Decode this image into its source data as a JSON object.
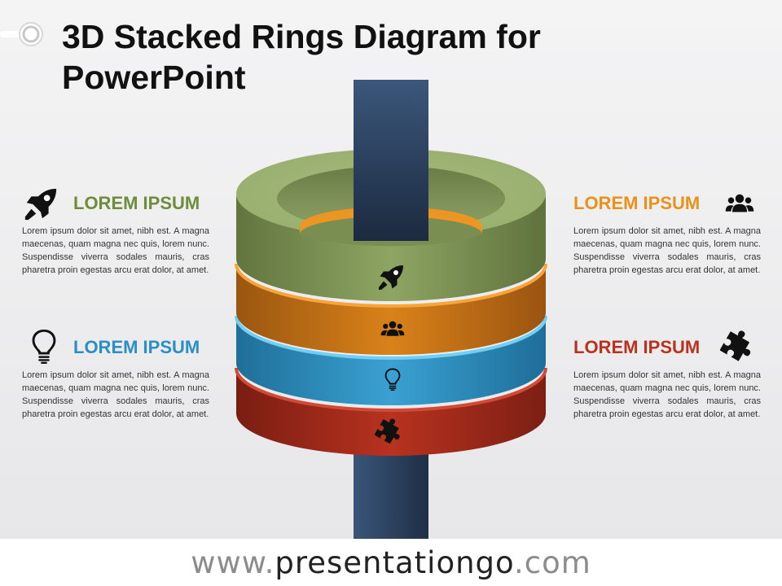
{
  "title": {
    "line1": "3D Stacked Rings Diagram for",
    "line2": "PowerPoint"
  },
  "blocks": [
    {
      "id": "top-left",
      "heading": "LOREM IPSUM",
      "color": "#6e8c3c",
      "icon": "rocket-icon",
      "text": "Lorem ipsum dolor sit amet, nibh est. A magna maecenas, quam magna nec quis, lorem nunc. Suspendisse viverra sodales mauris, cras pharetra proin egestas arcu erat dolor, at amet."
    },
    {
      "id": "bottom-left",
      "heading": "LOREM IPSUM",
      "color": "#2a8fc4",
      "icon": "lightbulb-icon",
      "text": "Lorem ipsum dolor sit amet, nibh est. A magna maecenas, quam magna nec quis, lorem nunc. Suspendisse viverra sodales mauris, cras pharetra proin egestas arcu erat dolor, at amet."
    },
    {
      "id": "top-right",
      "heading": "LOREM IPSUM",
      "color": "#e8921c",
      "icon": "people-icon",
      "text": "Lorem ipsum dolor sit amet, nibh est. A magna maecenas, quam magna nec quis, lorem nunc. Suspendisse viverra sodales mauris, cras pharetra proin egestas arcu erat dolor, at amet."
    },
    {
      "id": "bottom-right",
      "heading": "LOREM IPSUM",
      "color": "#b8321f",
      "icon": "puzzle-icon",
      "text": "Lorem ipsum dolor sit amet, nibh est. A magna maecenas, quam magna nec quis, lorem nunc. Suspendisse viverra sodales mauris, cras pharetra proin egestas arcu erat dolor, at amet."
    }
  ],
  "rings": [
    {
      "name": "green ring",
      "color": "#92a96a",
      "icon": "rocket-icon"
    },
    {
      "name": "orange ring",
      "color": "#d9821a",
      "icon": "people-icon"
    },
    {
      "name": "blue ring",
      "color": "#3a9ccc",
      "icon": "lightbulb-icon"
    },
    {
      "name": "red ring",
      "color": "#b0301f",
      "icon": "puzzle-icon"
    }
  ],
  "pole_color": "#2b3f5c",
  "footer": {
    "prefix": "www.",
    "brand": "presentationgo",
    "suffix": ".com"
  }
}
